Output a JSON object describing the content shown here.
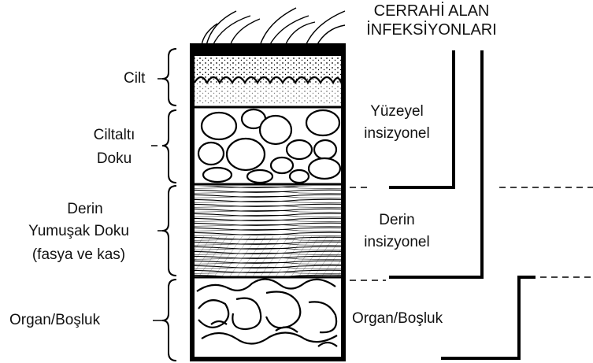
{
  "header": {
    "line1": "CERRAHİ ALAN",
    "line2": "İNFEKSİYONLARI"
  },
  "layers": {
    "skin": "Cilt",
    "subcutaneous_line1": "Ciltaltı",
    "subcutaneous_line2": "Doku",
    "deep_line1": "Derin",
    "deep_line2": "Yumuşak Doku",
    "deep_line3": "(fasya ve kas)",
    "organ": "Organ/Boşluk"
  },
  "infection_types": {
    "superficial_line1": "Yüzeyel",
    "superficial_line2": "insizyonel",
    "deep_line1": "Derin",
    "deep_line2": "insizyonel",
    "organ_space": "Organ/Boşluk"
  },
  "colors": {
    "ink": "#000000",
    "paper": "#ffffff"
  }
}
